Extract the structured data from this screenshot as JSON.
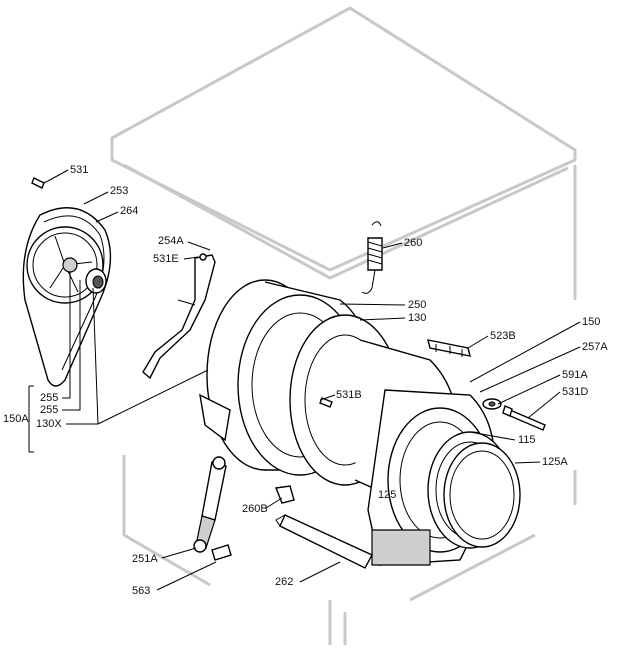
{
  "labels": {
    "p531": "531",
    "p253": "253",
    "p264": "264",
    "p254A": "254A",
    "p531E": "531E",
    "p260": "260",
    "p250": "250",
    "p130": "130",
    "p523B": "523B",
    "p150": "150",
    "p257A": "257A",
    "p591A": "591A",
    "p531D": "531D",
    "p531B": "531B",
    "p115": "115",
    "p125A": "125A",
    "p125": "125",
    "p150A": "150A",
    "p255a": "255",
    "p255b": "255",
    "p130X": "130X",
    "p260B": "260B",
    "p251A": "251A",
    "p563": "563",
    "p262": "262"
  }
}
